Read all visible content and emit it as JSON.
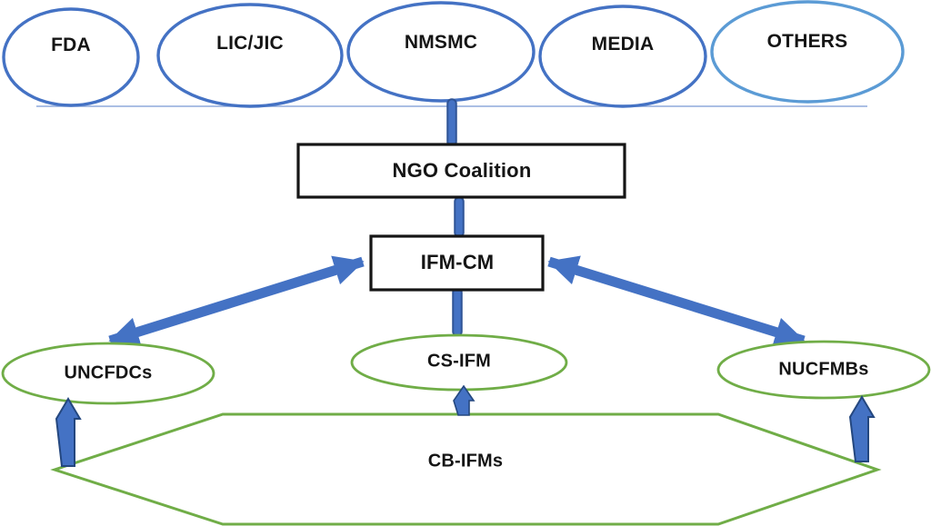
{
  "diagram": {
    "top_row": [
      {
        "id": "fda",
        "label": "FDA"
      },
      {
        "id": "lic-jic",
        "label": "LIC/JIC"
      },
      {
        "id": "nmsmc",
        "label": "NMSMC"
      },
      {
        "id": "media",
        "label": "MEDIA"
      },
      {
        "id": "others",
        "label": "OTHERS"
      }
    ],
    "boxes": [
      {
        "id": "ngo-coalition",
        "label": "NGO Coalition"
      },
      {
        "id": "ifm-cm",
        "label": "IFM-CM"
      }
    ],
    "green_ellipses": [
      {
        "id": "uncfdcs",
        "label": "UNCFDCs"
      },
      {
        "id": "cs-ifm",
        "label": "CS-IFM"
      },
      {
        "id": "nucfmbs",
        "label": "NUCFMBs"
      }
    ],
    "hexagon": {
      "id": "cb-ifms",
      "label": "CB-IFMs"
    },
    "connections": [
      {
        "from": "NMSMC",
        "to": "NGO Coalition",
        "style": "thick-capsule",
        "arrows": "none"
      },
      {
        "from": "NGO Coalition",
        "to": "IFM-CM",
        "style": "thick-capsule",
        "arrows": "none"
      },
      {
        "from": "IFM-CM",
        "to": "CS-IFM",
        "style": "thick-capsule",
        "arrows": "none"
      },
      {
        "from": "IFM-CM",
        "to": "UNCFDCs",
        "style": "thick-line",
        "arrows": "both"
      },
      {
        "from": "IFM-CM",
        "to": "NUCFMBs",
        "style": "thick-line",
        "arrows": "both"
      },
      {
        "from": "CB-IFMs",
        "to": "UNCFDCs",
        "style": "block-arrow",
        "arrows": "up"
      },
      {
        "from": "CB-IFMs",
        "to": "CS-IFM",
        "style": "block-arrow",
        "arrows": "up"
      },
      {
        "from": "CB-IFMs",
        "to": "NUCFMBs",
        "style": "block-arrow",
        "arrows": "up"
      }
    ],
    "colors": {
      "blue_ellipse_stroke": "#4472C4",
      "others_ellipse_stroke": "#5B9BD5",
      "green_stroke": "#70AD47",
      "arrow_blue": "#4472C4",
      "arrow_dark_outline": "#24477F",
      "capsule_outline": "#2F5496",
      "box_border": "#151515",
      "divider_line": "#8FAADC",
      "text": "#151515",
      "background": "#FFFFFF"
    }
  }
}
